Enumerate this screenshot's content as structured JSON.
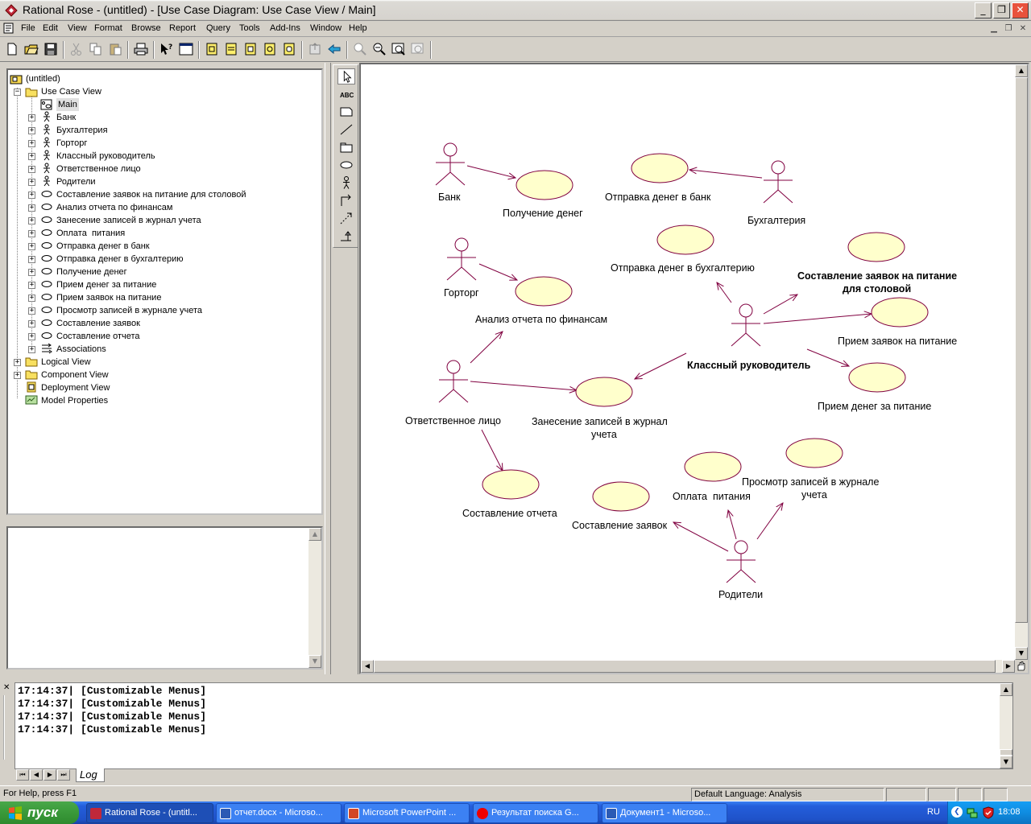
{
  "window": {
    "title": "Rational Rose - (untitled) - [Use Case Diagram: Use Case View / Main]",
    "controls": [
      "minimize",
      "restore",
      "close"
    ]
  },
  "menu": [
    "File",
    "Edit",
    "View",
    "Format",
    "Browse",
    "Report",
    "Query",
    "Tools",
    "Add-Ins",
    "Window",
    "Help"
  ],
  "toolbar_icons": [
    "new-icon",
    "open-icon",
    "save-icon",
    "cut-icon",
    "copy-icon",
    "paste-icon",
    "print-icon",
    "context-help-icon",
    "view-doc-icon",
    "browse-class-icon",
    "browse-interaction-icon",
    "browse-component-icon",
    "browse-deployment-icon",
    "browse-parent-icon",
    "browse-previous-icon",
    "zoom-in-icon",
    "zoom-out-icon",
    "fit-in-window-icon",
    "undo-fit-icon"
  ],
  "tree": {
    "root": "(untitled)",
    "use_case_view": "Use Case View",
    "main": "Main",
    "actors": [
      "Банк",
      "Бухгалтерия",
      "Горторг",
      "Классный руководитель",
      "Ответственное лицо",
      "Родители"
    ],
    "use_cases": [
      "Составление заявок на питание для столовой",
      "Анализ отчета по финансам",
      "Занесение записей в журнал учета",
      "Оплата  питания",
      "Отправка денег в банк",
      "Отправка денег в бухгалтерию",
      "Получение денег",
      "Прием денег за питание",
      "Прием заявок на питание",
      "Просмотр записей в журнале учета",
      "Составление заявок",
      "Составление отчета"
    ],
    "associations": "Associations",
    "views": [
      "Logical View",
      "Component View",
      "Deployment View",
      "Model Properties"
    ]
  },
  "palette_icons": [
    "selection-arrow-icon",
    "text-box-icon",
    "note-icon",
    "anchor-note-icon",
    "package-icon",
    "use-case-icon",
    "actor-icon",
    "unidirectional-association-icon",
    "dependency-icon",
    "generalization-icon"
  ],
  "diagram": {
    "actors": {
      "bank": "Банк",
      "buh": "Бухгалтерия",
      "gortorg": "Горторг",
      "klass": "Классный руководитель",
      "otv": "Ответственное лицо",
      "roditeli": "Родители"
    },
    "usecases": {
      "poluchenie": "Получение денег",
      "otpravka_bank": "Отправка денег в банк",
      "otpravka_buh": "Отправка денег в бухгалтерию",
      "sostav_stol_1": "Составление заявок на питание",
      "sostav_stol_2": "для столовой",
      "analiz": "Анализ отчета по финансам",
      "priem_zayavok": "Прием заявок на питание",
      "zanesenie_1": "Занесение записей в журнал",
      "zanesenie_2": "учета",
      "priem_deneg": "Прием денег за питание",
      "oplata": "Оплата  питания",
      "prosmotr_1": "Просмотр записей в журнале",
      "prosmotr_2": "учета",
      "sostav_otcheta": "Составление отчета",
      "sostav_zayavok": "Составление заявок"
    }
  },
  "log": {
    "lines": [
      "17:14:37|  [Customizable Menus]",
      "17:14:37|  [Customizable Menus]",
      "17:14:37|  [Customizable Menus]",
      "17:14:37|  [Customizable Menus]"
    ],
    "tab": "Log"
  },
  "status": {
    "help": "For Help, press F1",
    "language": "Default Language: Analysis"
  },
  "taskbar": {
    "start": "пуск",
    "tasks": [
      "Rational Rose - (untitl...",
      "отчет.docx - Microso...",
      "Microsoft PowerPoint ...",
      "Результат поиска G...",
      "Документ1 - Microso..."
    ],
    "lang": "RU",
    "time": "18:08"
  }
}
